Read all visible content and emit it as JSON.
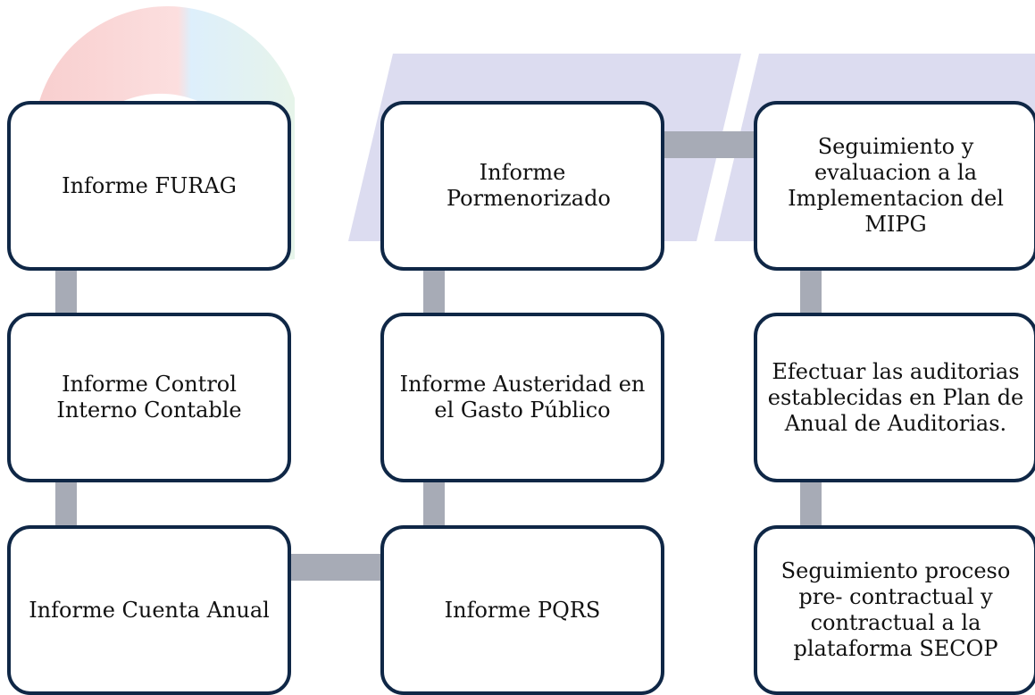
{
  "colors": {
    "box_border": "#0f2746",
    "connector": "#a7abb6",
    "watermark": "#dcdcf0"
  },
  "boxes": [
    {
      "id": "informe-furag",
      "label": "Informe FURAG"
    },
    {
      "id": "informe-control-interno-contable",
      "label": "Informe Control Interno Contable"
    },
    {
      "id": "informe-cuenta-anual",
      "label": "Informe Cuenta Anual"
    },
    {
      "id": "informe-pormenorizado",
      "label": "Informe Pormenorizado"
    },
    {
      "id": "informe-austeridad",
      "label": "Informe Austeridad en el Gasto Público"
    },
    {
      "id": "informe-pqrs",
      "label": "Informe PQRS"
    },
    {
      "id": "seguimiento-mipg",
      "label": "Seguimiento y evaluacion a la Implementacion del MIPG"
    },
    {
      "id": "efectuar-auditorias",
      "label": "Efectuar las auditorias establecidas en Plan de Anual de Auditorias."
    },
    {
      "id": "seguimiento-secop",
      "label": "Seguimiento proceso pre- contractual y contractual a la plataforma SECOP"
    }
  ]
}
